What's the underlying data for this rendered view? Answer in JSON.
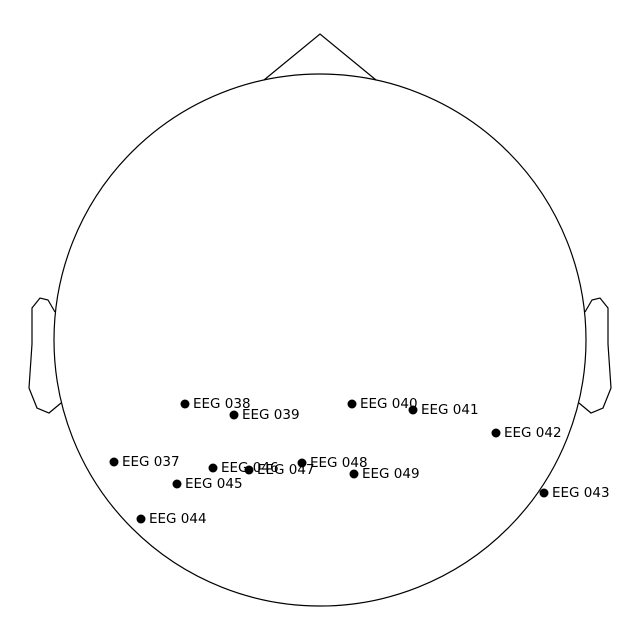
{
  "figure": {
    "background": "#ffffff",
    "line_color": "#000000",
    "marker_color": "#000000"
  },
  "sensors": [
    {
      "label": "EEG 037"
    },
    {
      "label": "EEG 038"
    },
    {
      "label": "EEG 039"
    },
    {
      "label": "EEG 040"
    },
    {
      "label": "EEG 041"
    },
    {
      "label": "EEG 042"
    },
    {
      "label": "EEG 043"
    },
    {
      "label": "EEG 044"
    },
    {
      "label": "EEG 045"
    },
    {
      "label": "EEG 046"
    },
    {
      "label": "EEG 047"
    },
    {
      "label": "EEG 048"
    },
    {
      "label": "EEG 049"
    }
  ]
}
